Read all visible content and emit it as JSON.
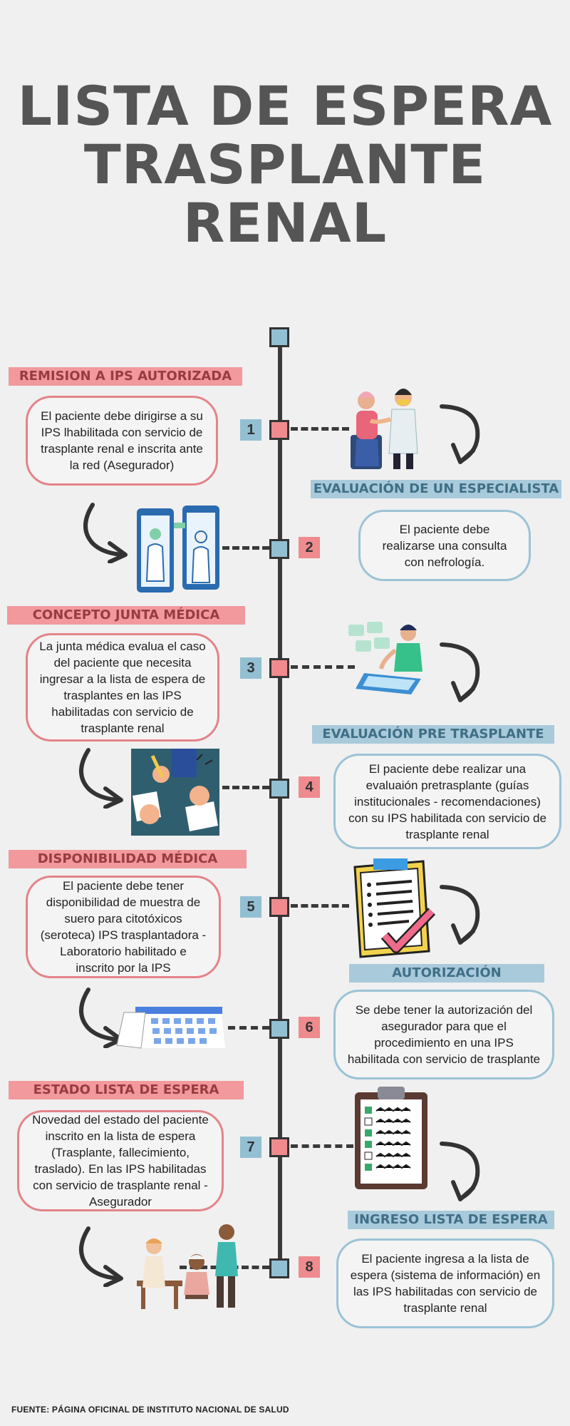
{
  "title": {
    "line1": "LISTA DE ESPERA",
    "line2": "TRASPLANTE",
    "line3": "RENAL"
  },
  "steps": [
    {
      "number": "1",
      "label": "REMISION A IPS AUTORIZADA",
      "text": "El paciente debe dirigirse a su IPS lhabilitada con servicio de trasplante renal e inscrita ante la red (Asegurador)"
    },
    {
      "number": "2",
      "label": "EVALUACIÓN DE UN ESPECIALISTA",
      "text": "El paciente debe realizarse una consulta con nefrología."
    },
    {
      "number": "3",
      "label": "CONCEPTO JUNTA MÉDICA",
      "text": "La junta médica evalua el caso del paciente que necesita ingresar a la lista de espera de trasplantes en las IPS habilitadas con servicio de trasplante renal"
    },
    {
      "number": "4",
      "label": "EVALUACIÓN PRE TRASPLANTE",
      "text": "El paciente debe realizar una evaluaión pretrasplante (guías institucionales - recomendaciones) con su IPS habilitada con servicio de trasplante renal"
    },
    {
      "number": "5",
      "label": "DISPONIBILIDAD MÉDICA",
      "text": "El paciente debe tener disponibilidad de muestra de suero para citotóxicos (seroteca) IPS trasplantadora - Laboratorio habilitado e inscrito por la IPS"
    },
    {
      "number": "6",
      "label": "AUTORIZACIÓN",
      "text": "Se debe tener la autorización del asegurador para que el procedimiento en una IPS habilitada con servicio de trasplante"
    },
    {
      "number": "7",
      "label": "ESTADO LISTA DE ESPERA",
      "text": "Novedad del estado del paciente inscrito en la lista de espera (Trasplante, fallecimiento, traslado). En las IPS habilitadas con servicio de trasplante renal - Asegurador"
    },
    {
      "number": "8",
      "label": "INGRESO LISTA DE ESPERA",
      "text": "El paciente ingresa a la lista de espera (sistema de información) en las IPS habilitadas con servicio de trasplante renal"
    }
  ],
  "footer": "FUENTE: PÁGINA OFICINAL DE INSTITUTO NACIONAL DE SALUD",
  "colors": {
    "pink": "#ef8a8f",
    "blue": "#93bfd3",
    "dark": "#3a3a3a",
    "title": "#555555"
  },
  "icons": [
    "doctor-patient-icon",
    "video-consult-icon",
    "data-analyst-icon",
    "signing-documents-icon",
    "checklist-clipboard-icon",
    "calendar-icon",
    "todo-clipboard-icon",
    "family-icon",
    "curved-arrow-icon"
  ]
}
